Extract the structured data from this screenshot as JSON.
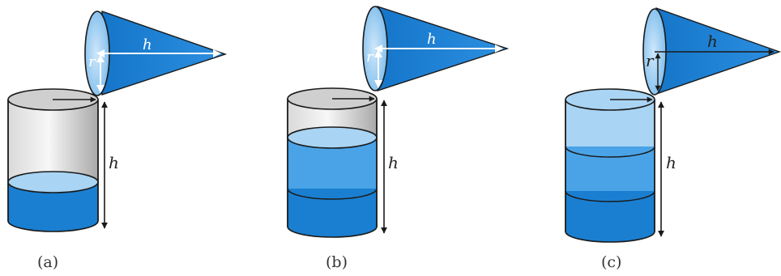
{
  "figure": {
    "panels": [
      {
        "caption": "(a)",
        "cone_radius_label": "r",
        "cone_height_label": "h",
        "cylinder_height_label": "h",
        "fill_fraction": 0.333
      },
      {
        "caption": "(b)",
        "cone_radius_label": "r",
        "cone_height_label": "h",
        "cylinder_height_label": "h",
        "fill_fraction": 0.667
      },
      {
        "caption": "(c)",
        "cone_radius_label": "r",
        "cone_height_label": "h",
        "cylinder_height_label": "h",
        "fill_fraction": 1.0
      }
    ],
    "colors": {
      "water_dark": "#1a7fd1",
      "water_mid": "#4aa3e6",
      "water_light": "#a9d4f3",
      "cone_body": "#1a7fd1",
      "cylinder_empty": "#e3e3e3",
      "outline": "#1a1a1a"
    }
  }
}
